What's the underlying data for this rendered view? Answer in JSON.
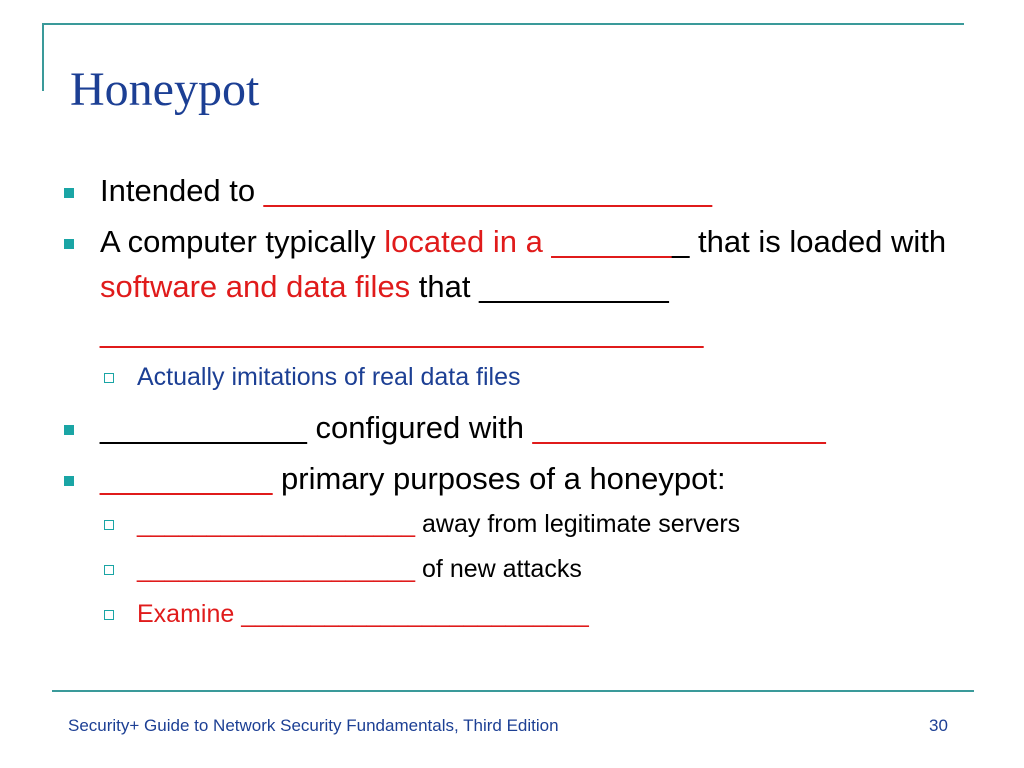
{
  "title": "Honeypot",
  "bullets": {
    "b1": {
      "text": "Intended to ",
      "blank": "__________________________"
    },
    "b2": {
      "t1": "A computer typically ",
      "t2": "located in a _______",
      "t3": "_ that is loaded with ",
      "t4": "software and data files",
      "t5": " that ___________",
      "line2": "___________________________________"
    },
    "sub1": "Actually imitations of real data files",
    "b3": {
      "t1": "____________ configured with ",
      "t2": "_________________"
    },
    "b4": {
      "t1": "__________",
      "t2": " primary purposes of a honeypot:"
    },
    "sub2": {
      "blank": "____________________",
      "text": " away from legitimate servers"
    },
    "sub3": {
      "blank": "____________________",
      "text": " of new attacks"
    },
    "sub4": "Examine _________________________"
  },
  "footer": {
    "left": "Security+ Guide to Network Security Fundamentals, Third Edition",
    "page": "30"
  }
}
